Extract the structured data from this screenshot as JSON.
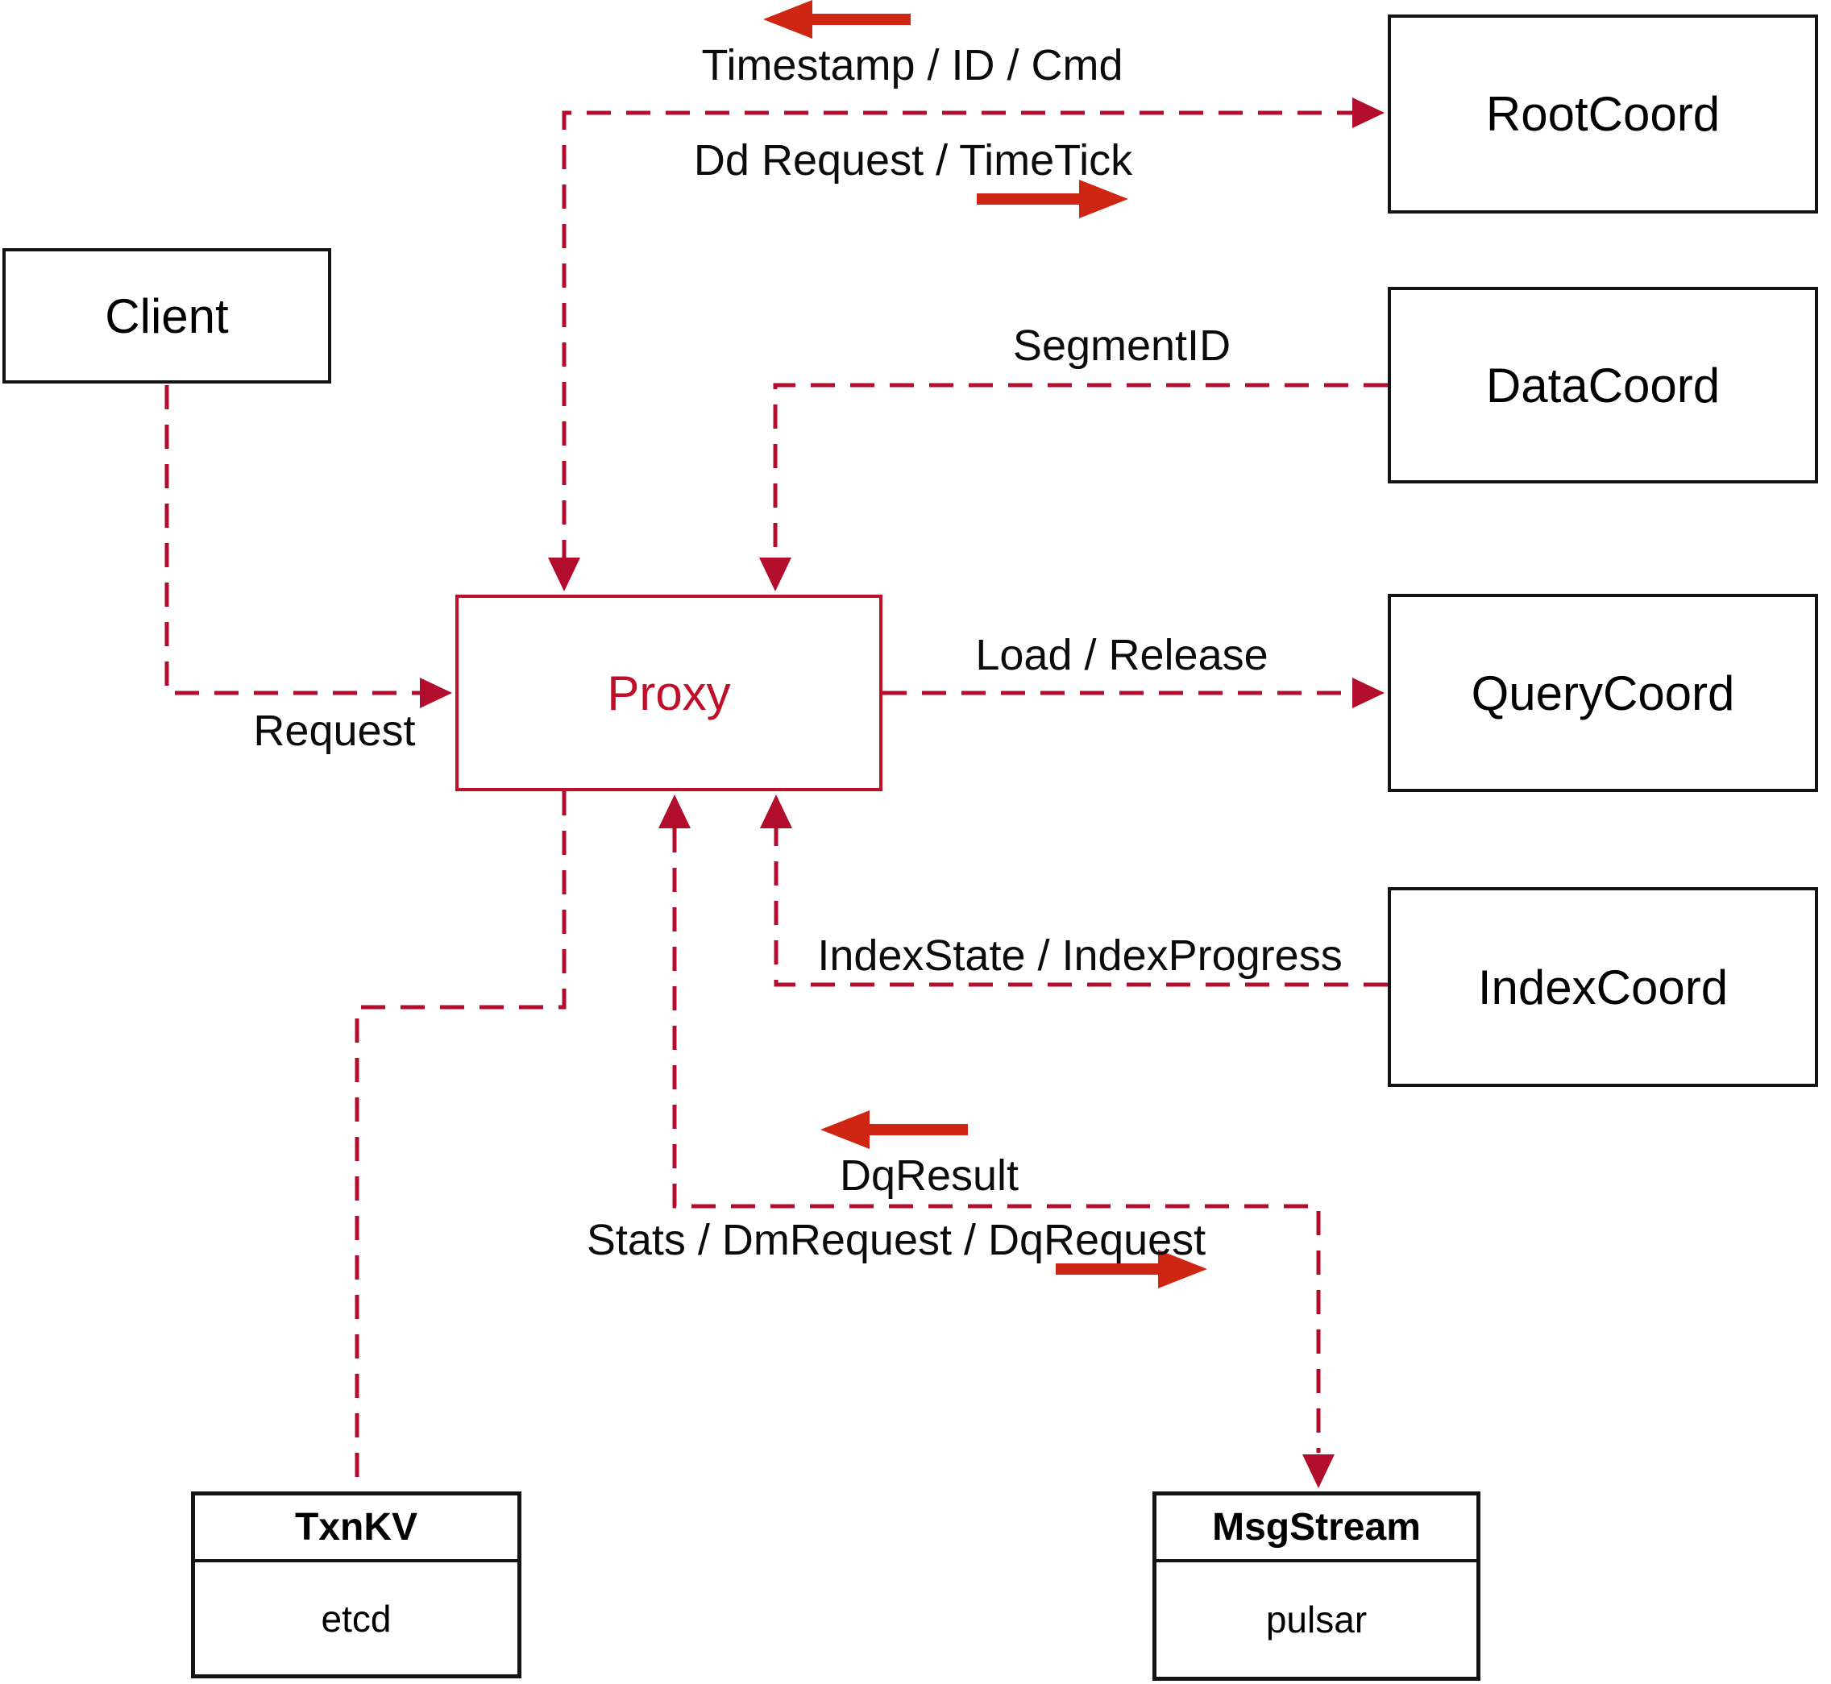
{
  "diagram": {
    "background": "#ffffff",
    "colors": {
      "dashed_connector": "#b30d2e",
      "solid_arrow": "#cf2613",
      "proxy_accent": "#bf1029",
      "box_border": "#141414",
      "label_text": "#0b0b0b"
    },
    "nodes": {
      "client": {
        "label": "Client"
      },
      "root_coord": {
        "label": "RootCoord"
      },
      "data_coord": {
        "label": "DataCoord"
      },
      "query_coord": {
        "label": "QueryCoord"
      },
      "index_coord": {
        "label": "IndexCoord"
      },
      "proxy": {
        "label": "Proxy"
      },
      "txn_kv": {
        "title": "TxnKV",
        "implementation": "etcd"
      },
      "msg_stream": {
        "title": "MsgStream",
        "implementation": "pulsar"
      }
    },
    "edges": {
      "proxy_root_coord": {
        "label_return": "Timestamp / ID / Cmd",
        "label_send": "Dd Request / TimeTick"
      },
      "data_coord_proxy": {
        "label": "SegmentID"
      },
      "proxy_query_coord": {
        "label": "Load / Release"
      },
      "index_coord_proxy": {
        "label": "IndexState / IndexProgress"
      },
      "client_proxy": {
        "label": "Request"
      },
      "proxy_msg_stream": {
        "label_return": "DqResult",
        "label_send": "Stats / DmRequest / DqRequest"
      }
    },
    "arrows": [
      {
        "id": "timestamp-direction",
        "direction": "left"
      },
      {
        "id": "dd-request-direction",
        "direction": "right"
      },
      {
        "id": "dq-result-direction",
        "direction": "left"
      },
      {
        "id": "stats-direction",
        "direction": "right"
      }
    ]
  }
}
